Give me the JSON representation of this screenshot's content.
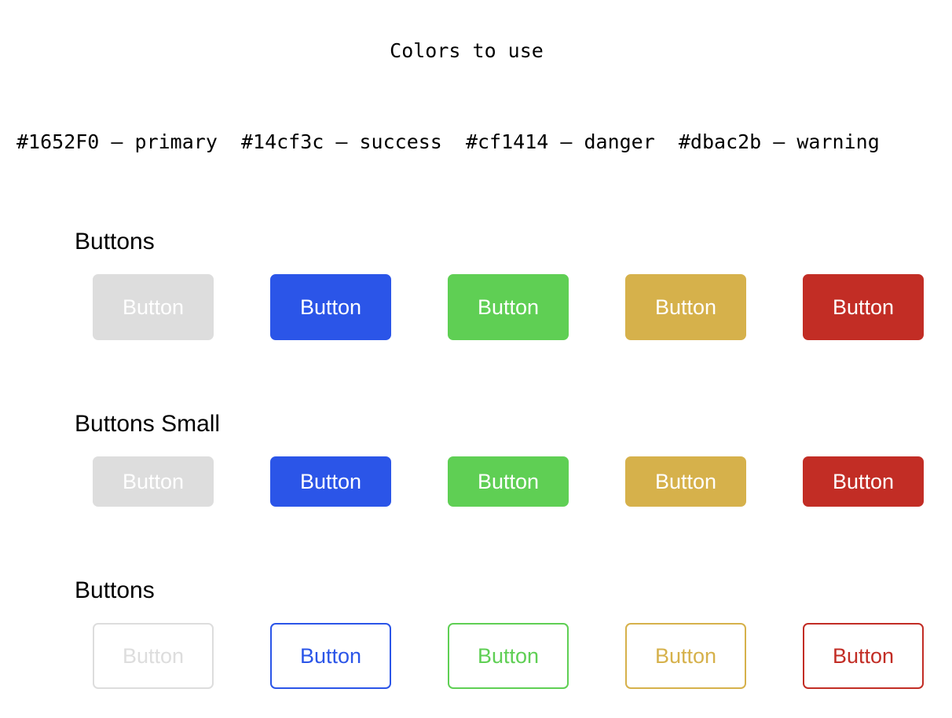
{
  "header": {
    "title": "Colors to use",
    "palette_line": "#1652F0 – primary  #14cf3c – success  #cf1414 – danger  #dbac2b – warning"
  },
  "colors": {
    "disabled": "#dddddd",
    "primary": "#2b55e8",
    "success": "#5fcf54",
    "warning": "#d6b14b",
    "danger": "#c22d25"
  },
  "sections": {
    "buttons": {
      "heading": "Buttons",
      "items": [
        "Button",
        "Button",
        "Button",
        "Button",
        "Button"
      ]
    },
    "buttons_small": {
      "heading": "Buttons Small",
      "items": [
        "Button",
        "Button",
        "Button",
        "Button",
        "Button"
      ]
    },
    "buttons_outline": {
      "heading": "Buttons",
      "items": [
        "Button",
        "Button",
        "Button",
        "Button",
        "Button"
      ]
    }
  }
}
